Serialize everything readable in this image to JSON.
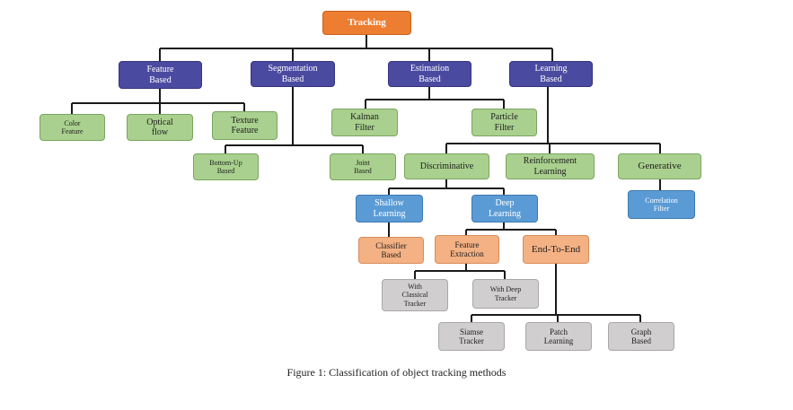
{
  "diagram": {
    "nodes": {
      "tracking": "Tracking",
      "feature_based": "Feature\nBased",
      "segmentation_based": "Segmentation\nBased",
      "estimation_based": "Estimation\nBased",
      "learning_based": "Learning\nBased",
      "color_feature": "Color\nFeature",
      "optical_flow": "Optical\nflow",
      "texture_feature": "Texture\nFeature",
      "bottom_up_based": "Bottom-Up\nBased",
      "joint_based": "Joint\nBased",
      "kalman_filter": "Kalman\nFilter",
      "particle_filter": "Particle\nFilter",
      "discriminative": "Discriminative",
      "reinforcement_learning": "Reinforcement\nLearning",
      "generative": "Generative",
      "shallow_learning": "Shallow\nLearning",
      "deep_learning": "Deep\nLearning",
      "correlation_filter": "Correlation\nFilter",
      "classifier_based": "Classifier\nBased",
      "feature_extraction": "Feature\nExtraction",
      "end_to_end": "End-To-End",
      "with_classical_tracker": "With\nClassical\nTracker",
      "with_deep_tracker": "With Deep\nTracker",
      "siamse_tracker": "Siamse\nTracker",
      "patch_learning": "Patch\nLearning",
      "graph_based": "Graph\nBased"
    },
    "colors": {
      "root": "#ed7d31",
      "level1": "#4b4aa1",
      "leaf_green": "#a9d08e",
      "learning_blue": "#5b9bd5",
      "deep_salmon": "#f4b183",
      "grey": "#d0cece",
      "connector": "#1a1a1a"
    }
  },
  "caption": "Figure 1: Classification of object tracking methods"
}
